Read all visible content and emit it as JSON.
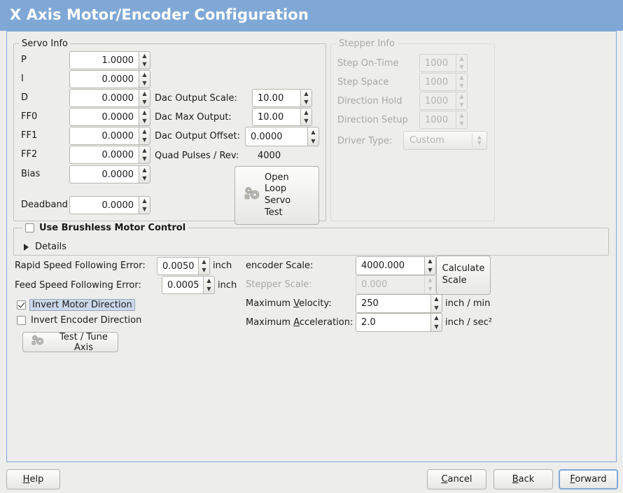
{
  "window": {
    "title": "X Axis Motor/Encoder Configuration",
    "title_bar_color": "#7fa8d6",
    "background_color": "#ededeb"
  },
  "servo_info": {
    "legend": "Servo Info",
    "fields": [
      {
        "label": "P",
        "value": "1.0000"
      },
      {
        "label": "I",
        "value": "0.0000"
      },
      {
        "label": "D",
        "value": "0.0000"
      },
      {
        "label": "FF0",
        "value": "0.0000"
      },
      {
        "label": "FF1",
        "value": "0.0000"
      },
      {
        "label": "FF2",
        "value": "0.0000"
      },
      {
        "label": "Bias",
        "value": "0.0000"
      },
      {
        "label": "Deadband",
        "value": "0.0000"
      }
    ],
    "dac_output_scale": {
      "label": "Dac Output Scale:",
      "value": "10.00"
    },
    "dac_max_output": {
      "label": "Dac Max Output:",
      "value": "10.00"
    },
    "dac_output_offset": {
      "label": "Dac Output Offset:",
      "value": "0.0000"
    },
    "quad_pulses": {
      "label": "Quad Pulses / Rev:",
      "value": "4000"
    },
    "open_loop_button": {
      "label": "Open\nLoop\nServo\nTest",
      "icon": "gears-icon"
    }
  },
  "stepper_info": {
    "legend": "Stepper Info",
    "enabled": false,
    "fields": [
      {
        "label": "Step On-Time",
        "value": "1000"
      },
      {
        "label": "Step Space",
        "value": "1000"
      },
      {
        "label": "Direction Hold",
        "value": "1000"
      },
      {
        "label": "Direction Setup",
        "value": "1000"
      }
    ],
    "driver_type": {
      "label": "Driver Type:",
      "value": "Custom"
    }
  },
  "brushless": {
    "checkbox_label": "Use Brushless Motor Control",
    "checked": false,
    "details_label": "Details",
    "details_expanded": false
  },
  "motion": {
    "rapid_following_error": {
      "label": "Rapid Speed Following Error:",
      "value": "0.0050",
      "unit": "inch"
    },
    "feed_following_error": {
      "label": "Feed Speed Following Error:",
      "value": "0.0005",
      "unit": "inch"
    },
    "invert_motor": {
      "label": "Invert Motor Direction",
      "checked": true,
      "focused": true
    },
    "invert_encoder": {
      "label": "Invert Encoder Direction",
      "checked": false,
      "focused": false
    },
    "test_tune_button": {
      "label": "Test / Tune Axis",
      "icon": "gears-icon"
    },
    "encoder_scale": {
      "label": "encoder Scale:",
      "value": "4000.000",
      "enabled": true
    },
    "stepper_scale": {
      "label": "Stepper Scale:",
      "value": "0.000",
      "enabled": false
    },
    "max_velocity": {
      "label": "Maximum Velocity:",
      "label_html": "Maximum <u>V</u>elocity:",
      "value": "250",
      "unit": "inch / min"
    },
    "max_accel": {
      "label": "Maximum Acceleration:",
      "label_html": "Maximum <u>A</u>cceleration:",
      "value": "2.0",
      "unit": "inch / sec²"
    },
    "calculate_scale_button": {
      "label": "Calculate\nScale"
    }
  },
  "footer": {
    "help": {
      "label": "Help",
      "label_html": "<u>H</u>elp"
    },
    "cancel": {
      "label": "Cancel",
      "label_html": "<u>C</u>ancel"
    },
    "back": {
      "label": "Back",
      "label_html": "<u>B</u>ack"
    },
    "forward": {
      "label": "Forward",
      "label_html": "<u>F</u>orward",
      "is_default": true
    }
  }
}
